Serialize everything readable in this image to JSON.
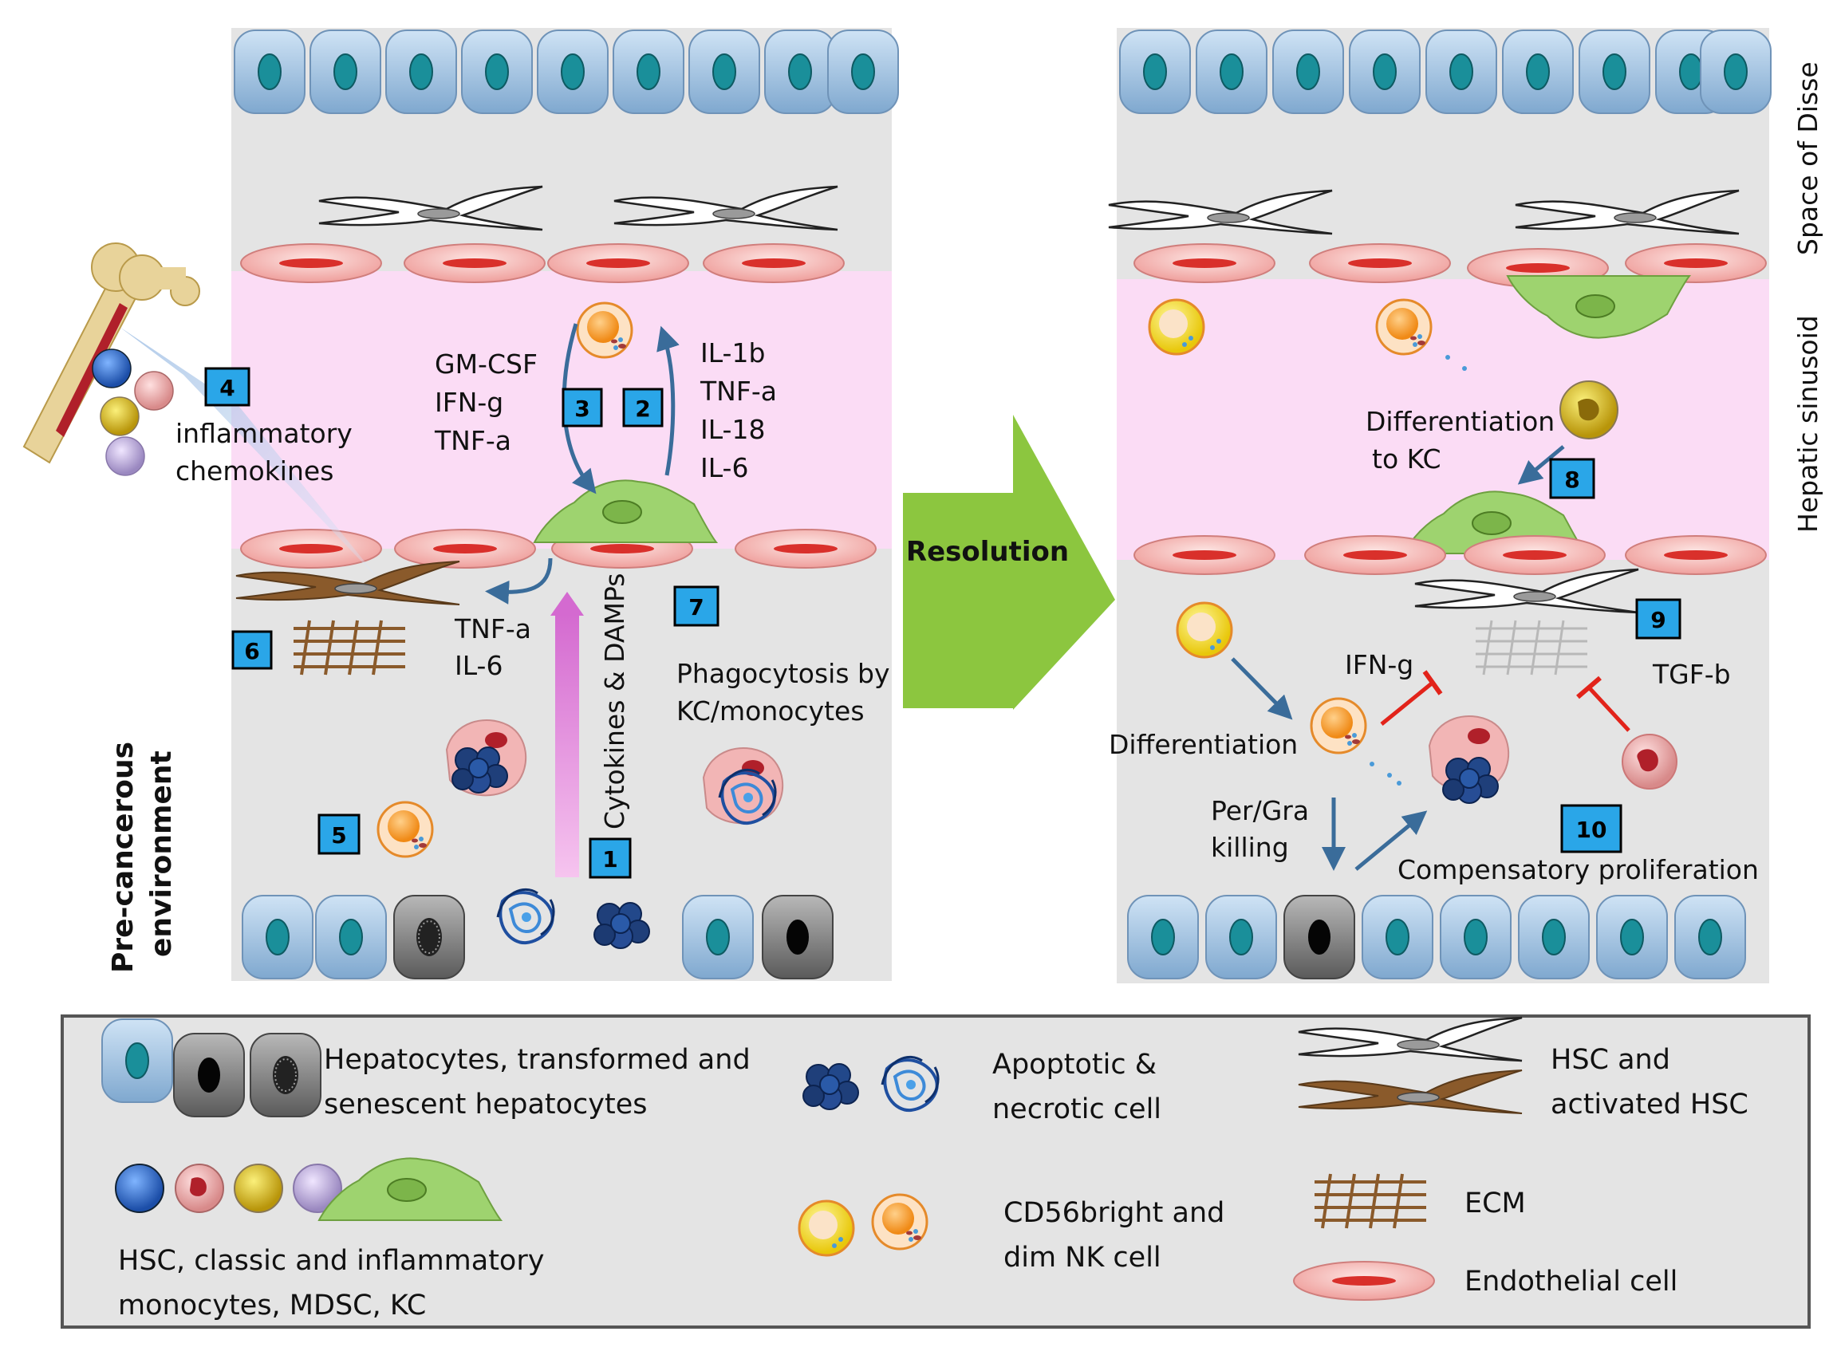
{
  "left_panel": {
    "vertical_label": "Pre-cancerous environment",
    "cytokines_group_1": [
      "GM-CSF",
      "IFN-g",
      "TNF-a"
    ],
    "cytokines_group_2": [
      "IL-1b",
      "TNF-a",
      "IL-18",
      "IL-6"
    ],
    "chemokines_label": "inflammatory chemokines",
    "tnf_il6": [
      "TNF-a",
      "IL-6"
    ],
    "damps_label": "Cytokines & DAMPs",
    "phagocytosis_label": "Phagocytosis by KC/monocytes",
    "badges": [
      "1",
      "2",
      "3",
      "4",
      "5",
      "6",
      "7"
    ]
  },
  "arrow_label": "Resolution",
  "right_panel": {
    "space_of_disse": "Space of Disse",
    "hepatic_sinusoid": "Hepatic sinusoid",
    "diff_kc_label": "Differentiation to KC",
    "ifn_g": "IFN-g",
    "tgf_b": "TGF-b",
    "differentiation": "Differentiation",
    "per_gra": "Per/Gra killing",
    "compensatory": "Compensatory proliferation",
    "badges": [
      "8",
      "9",
      "10"
    ]
  },
  "legend": {
    "hepatocytes": "Hepatocytes, transformed and senescent hepatocytes",
    "apoptotic": "Apoptotic & necrotic cell",
    "hsc": "HSC and activated HSC",
    "monocytes": "HSC, classic and inflammatory monocytes, MDSC, KC",
    "nk": "CD56bright and dim NK cell",
    "ecm": "ECM",
    "endothelial": "Endothelial cell"
  },
  "colors": {
    "panel_bg": "#e4e4e4",
    "sinusoid": "#fbdcf5",
    "hepatocyte": "#a9c9e6",
    "nucleus": "#1a8f9a",
    "endothelial": "#f3b4b2",
    "kupffer": "#9ed36f",
    "badge": "#2aa6e8",
    "resolution_arrow": "#8cc63f",
    "blue_arrow": "#3a6c9a",
    "red_inhibit": "#e2231a",
    "hsc_brown": "#8a5a2b"
  }
}
